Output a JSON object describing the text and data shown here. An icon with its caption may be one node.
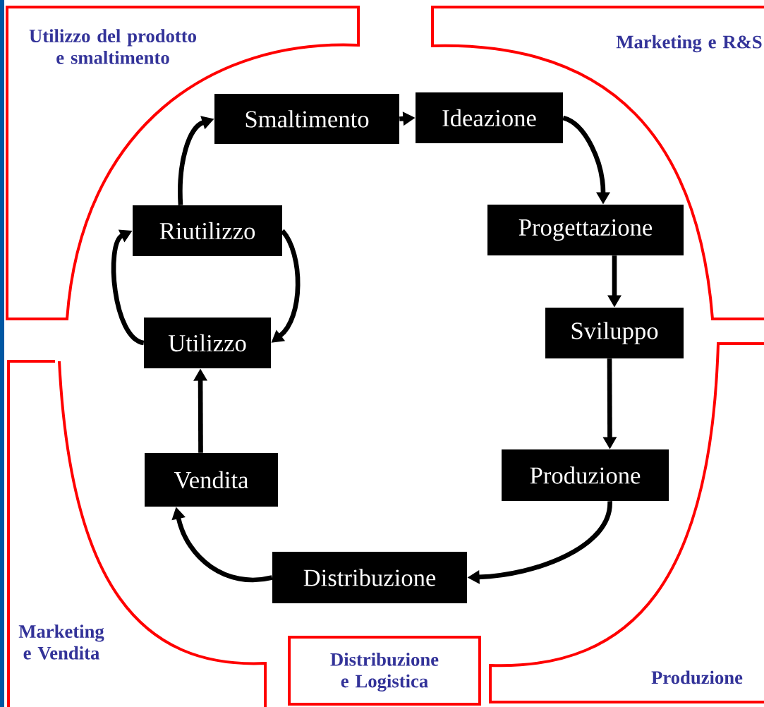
{
  "diagram": {
    "nodes": [
      {
        "text": [
          "Utilizzo del prodotto e smaltimento"
        ]
      },
      {
        "text": [
          "Marketing e R&S"
        ]
      },
      {
        "text": [
          "Smaltimento"
        ]
      },
      {
        "text": [
          "Ideazione"
        ]
      },
      {
        "text": [
          "Riutilizzo"
        ]
      },
      {
        "text": [
          "Progettazione"
        ]
      },
      {
        "text": [
          "Utilizzo"
        ]
      },
      {
        "text": [
          "Sviluppo"
        ]
      },
      {
        "text": [
          "Vendita"
        ]
      },
      {
        "text": [
          "Produzione"
        ]
      },
      {
        "text": [
          "Distribuzione"
        ]
      },
      {
        "text": [
          "Marketing e Vendita"
        ]
      },
      {
        "text": [
          "Distribuzione e Logistica"
        ]
      },
      {
        "text": [
          "Produzione"
        ]
      }
    ],
    "edges": [
      {
        "from": 2,
        "to": 3,
        "arrow": "to"
      },
      {
        "from": 3,
        "to": 5,
        "arrow": "to"
      },
      {
        "from": 5,
        "to": 7,
        "arrow": "to"
      },
      {
        "from": 7,
        "to": 9,
        "arrow": "to"
      },
      {
        "from": 9,
        "to": 10,
        "arrow": "to"
      },
      {
        "from": 10,
        "to": 8,
        "arrow": "to"
      },
      {
        "from": 8,
        "to": 6,
        "arrow": "to"
      },
      {
        "from": 6,
        "to": 4,
        "arrow": "to"
      },
      {
        "from": 4,
        "to": 6,
        "arrow": "to"
      },
      {
        "from": 4,
        "to": 2,
        "arrow": "to"
      }
    ]
  }
}
